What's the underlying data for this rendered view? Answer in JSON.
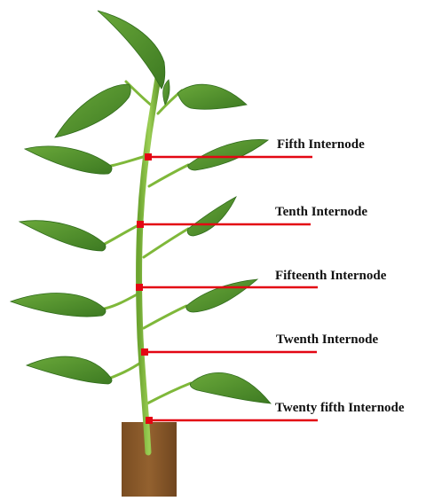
{
  "diagram": {
    "labels": [
      {
        "text": "Fifth Internode"
      },
      {
        "text": "Tenth Internode"
      },
      {
        "text": "Fifteenth Internode"
      },
      {
        "text": "Twenth Internode"
      },
      {
        "text": "Twenty fifth Internode"
      }
    ]
  },
  "colors": {
    "marker": "#e30613",
    "leaf": "#4f8f2a",
    "leaf_dark": "#2f6b1a",
    "stem": "#7fb83a",
    "pot": "#8b5a2b"
  }
}
